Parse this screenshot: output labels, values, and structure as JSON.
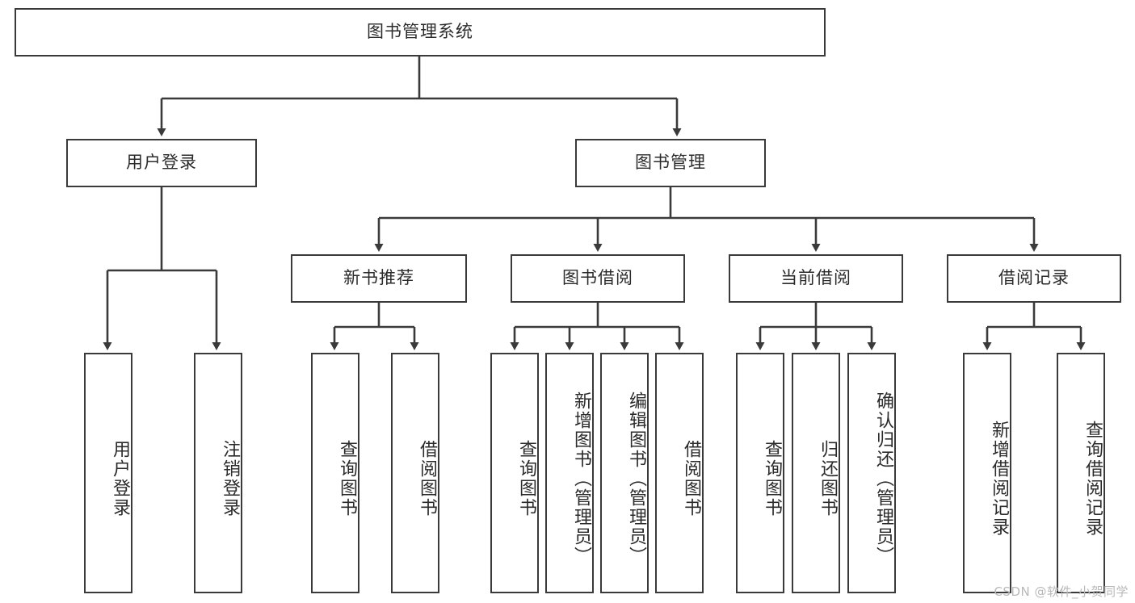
{
  "diagram": {
    "type": "tree-hierarchy",
    "title": "图书管理系统",
    "orientation": "top-down",
    "colors": {
      "box_border": "#3a3a3a",
      "box_fill": "#ffffff",
      "edge": "#3a3a3a",
      "text": "#2b2b2b",
      "watermark": "#b9b9b9",
      "background": "#ffffff"
    },
    "root": {
      "id": "root",
      "label": "图书管理系统"
    },
    "level1": [
      {
        "id": "n_user_login",
        "label": "用户登录"
      },
      {
        "id": "n_book_mgmt",
        "label": "图书管理"
      }
    ],
    "level2": [
      {
        "id": "n_new_book_rec",
        "label": "新书推荐",
        "parent": "n_book_mgmt"
      },
      {
        "id": "n_book_borrow",
        "label": "图书借阅",
        "parent": "n_book_mgmt"
      },
      {
        "id": "n_current_borrow",
        "label": "当前借阅",
        "parent": "n_book_mgmt"
      },
      {
        "id": "n_borrow_record",
        "label": "借阅记录",
        "parent": "n_book_mgmt"
      }
    ],
    "leaves": [
      {
        "id": "l_user_login",
        "label": "用户登录",
        "parent": "n_user_login"
      },
      {
        "id": "l_logout_login",
        "label": "注销登录",
        "parent": "n_user_login"
      },
      {
        "id": "l_query_book_1",
        "label": "查询图书",
        "parent": "n_new_book_rec"
      },
      {
        "id": "l_borrow_book_1",
        "label": "借阅图书",
        "parent": "n_new_book_rec"
      },
      {
        "id": "l_query_book_2",
        "label": "查询图书",
        "parent": "n_book_borrow"
      },
      {
        "id": "l_add_book",
        "label": "新增图书（管理员）",
        "parent": "n_book_borrow"
      },
      {
        "id": "l_edit_book",
        "label": "编辑图书（管理员）",
        "parent": "n_book_borrow"
      },
      {
        "id": "l_borrow_book_2",
        "label": "借阅图书",
        "parent": "n_book_borrow"
      },
      {
        "id": "l_query_book_3",
        "label": "查询图书",
        "parent": "n_current_borrow"
      },
      {
        "id": "l_return_book",
        "label": "归还图书",
        "parent": "n_current_borrow"
      },
      {
        "id": "l_confirm_return",
        "label": "确认归还（管理员）",
        "parent": "n_current_borrow"
      },
      {
        "id": "l_add_record",
        "label": "新增借阅记录",
        "parent": "n_borrow_record"
      },
      {
        "id": "l_query_record",
        "label": "查询借阅记录",
        "parent": "n_borrow_record"
      }
    ]
  },
  "watermark": {
    "text": "CSDN @软件_小贺同学"
  }
}
